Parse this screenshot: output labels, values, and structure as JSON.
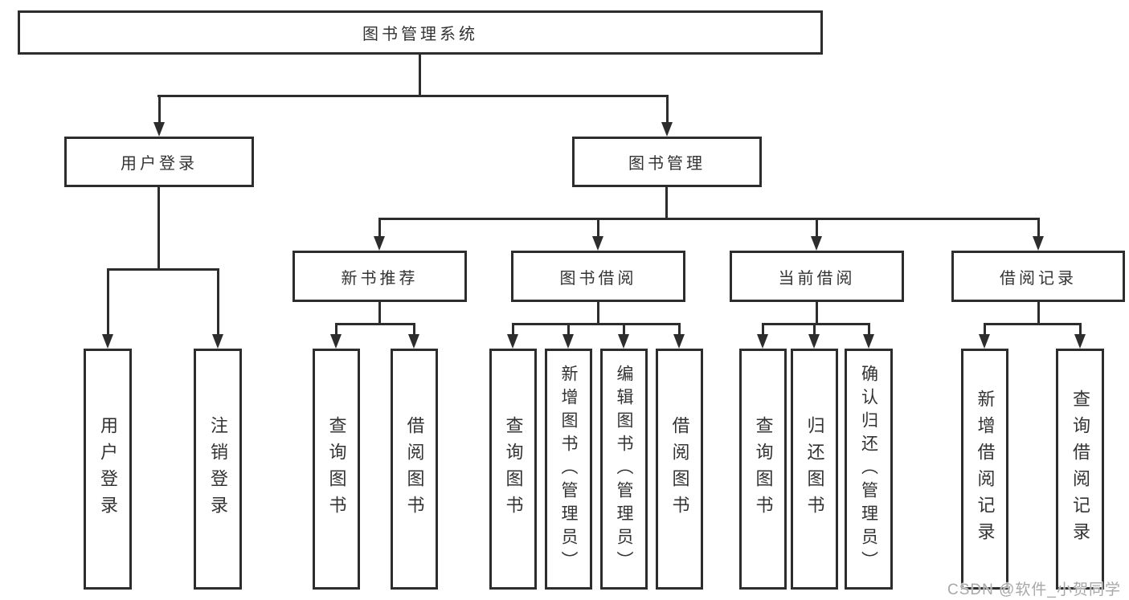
{
  "watermark": "CSDN @软件_小贺同学",
  "colors": {
    "line": "#2d2d2d",
    "box_border": "#2d2d2d",
    "text": "#333333",
    "background": "#ffffff",
    "watermark": "#a8a8a8"
  },
  "tree": {
    "label": "图书管理系统",
    "children": [
      {
        "label": "用户登录",
        "children": [
          {
            "label": "用户登录"
          },
          {
            "label": "注销登录"
          }
        ]
      },
      {
        "label": "图书管理",
        "children": [
          {
            "label": "新书推荐",
            "children": [
              {
                "label": "查询图书"
              },
              {
                "label": "借阅图书"
              }
            ]
          },
          {
            "label": "图书借阅",
            "children": [
              {
                "label": "查询图书"
              },
              {
                "label": "新增图书（管理员）"
              },
              {
                "label": "编辑图书（管理员）"
              },
              {
                "label": "借阅图书"
              }
            ]
          },
          {
            "label": "当前借阅",
            "children": [
              {
                "label": "查询图书"
              },
              {
                "label": "归还图书"
              },
              {
                "label": "确认归还（管理员）"
              }
            ]
          },
          {
            "label": "借阅记录",
            "children": [
              {
                "label": "新增借阅记录"
              },
              {
                "label": "查询借阅记录"
              }
            ]
          }
        ]
      }
    ]
  }
}
